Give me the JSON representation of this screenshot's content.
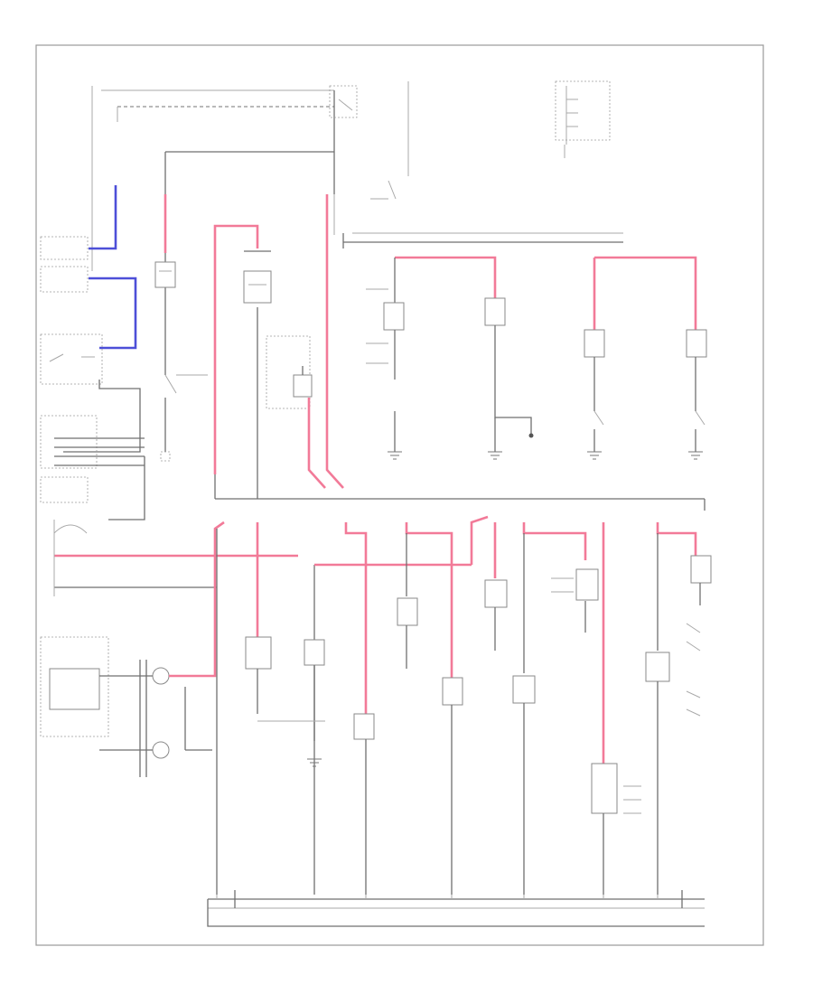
{
  "diagram": {
    "footer_id": "",
    "legend": [
      {
        "num": "",
        "text": ""
      },
      {
        "num": "",
        "text": ""
      },
      {
        "num": "",
        "text": ""
      },
      {
        "num": "",
        "text": ""
      }
    ]
  },
  "colors": {
    "power_wire": "#f27a98",
    "signal_wire": "#4d4fd8",
    "ground_wire": "#6f6f6f",
    "border": "#9a9a9a"
  },
  "icons": [
    "ground-symbol",
    "switch-symbol",
    "bulb-symbol",
    "connector-symbol",
    "motor-symbol"
  ]
}
